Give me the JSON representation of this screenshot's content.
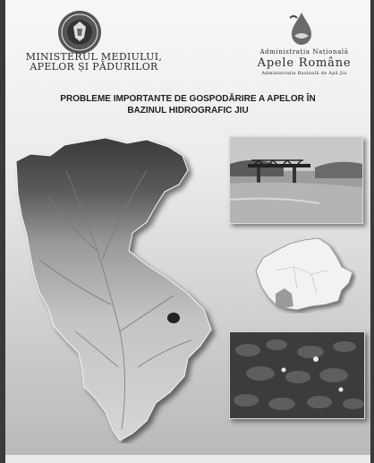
{
  "ministry": {
    "line1": "MINISTERUL MEDIULUI,",
    "line2": "APELOR ȘI PĂDURILOR"
  },
  "agency": {
    "line1": "Administrația Națională",
    "line2": "Apele Române",
    "line3": "Administrația Bazinală de Apă Jiu"
  },
  "cover": {
    "title_line1": "PROBLEME IMPORTANTE DE GOSPODĂRIRE A APELOR ÎN",
    "title_line2": "BAZINUL HIDROGRAFIC  JIU"
  },
  "colors": {
    "background": "#f0f0f0",
    "text": "#1e1e1e"
  },
  "icons": {
    "left_logo": "romanian-coat-of-arms-seal",
    "right_logo": "apele-romane-water-drop-logo"
  }
}
